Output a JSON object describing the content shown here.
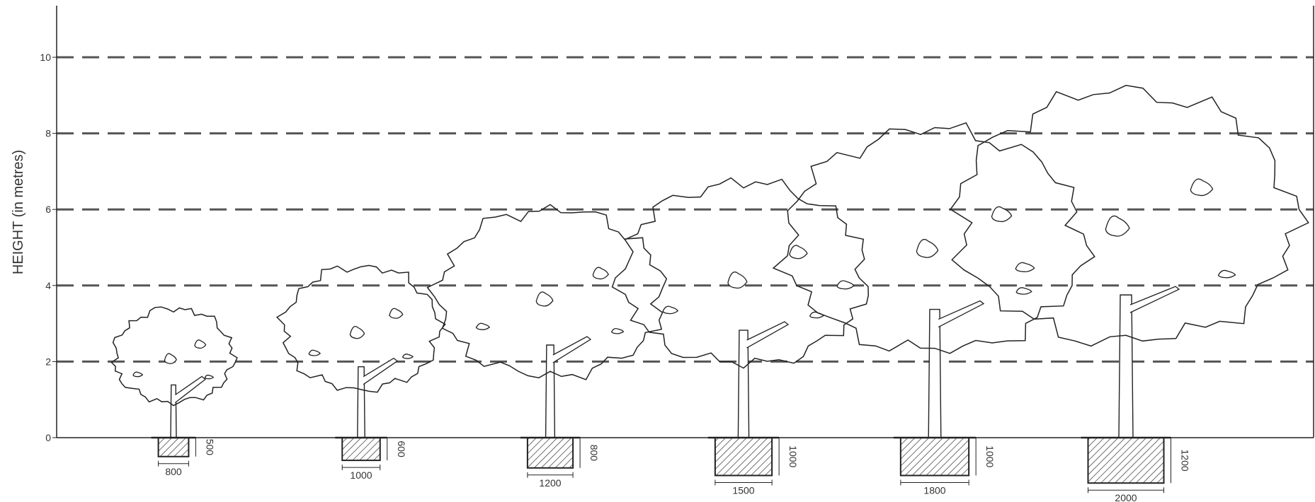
{
  "axis": {
    "ylabel": "HEIGHT (in metres)",
    "ticks": [
      "0",
      "2",
      "4",
      "6",
      "8",
      "10"
    ],
    "tick_values": [
      0,
      2,
      4,
      6,
      8,
      10
    ],
    "dashed_levels": [
      2,
      4,
      6,
      8,
      10
    ],
    "ylim": [
      0,
      11.3
    ]
  },
  "colors": {
    "line": "#222222",
    "dash": "#555555",
    "hatch": "#333333",
    "text": "#333333"
  },
  "trees": [
    {
      "id": "tree-1",
      "canopy_top_m": 3.4,
      "canopy_bottom_m": 0.8,
      "pit_width_mm": 800,
      "pit_depth_mm": 500,
      "width_label": "800",
      "depth_label": "500"
    },
    {
      "id": "tree-2",
      "canopy_top_m": 4.5,
      "canopy_bottom_m": 1.1,
      "pit_width_mm": 1000,
      "pit_depth_mm": 600,
      "width_label": "1000",
      "depth_label": "600"
    },
    {
      "id": "tree-3",
      "canopy_top_m": 6.0,
      "canopy_bottom_m": 1.4,
      "pit_width_mm": 1200,
      "pit_depth_mm": 800,
      "width_label": "1200",
      "depth_label": "800"
    },
    {
      "id": "tree-4",
      "canopy_top_m": 6.7,
      "canopy_bottom_m": 1.7,
      "pit_width_mm": 1500,
      "pit_depth_mm": 1000,
      "width_label": "1500",
      "depth_label": "1000"
    },
    {
      "id": "tree-5",
      "canopy_top_m": 8.1,
      "canopy_bottom_m": 2.0,
      "pit_width_mm": 1800,
      "pit_depth_mm": 1000,
      "width_label": "1800",
      "depth_label": "1000"
    },
    {
      "id": "tree-6",
      "canopy_top_m": 9.1,
      "canopy_bottom_m": 2.2,
      "pit_width_mm": 2000,
      "pit_depth_mm": 1200,
      "width_label": "2000",
      "depth_label": "1200"
    }
  ]
}
